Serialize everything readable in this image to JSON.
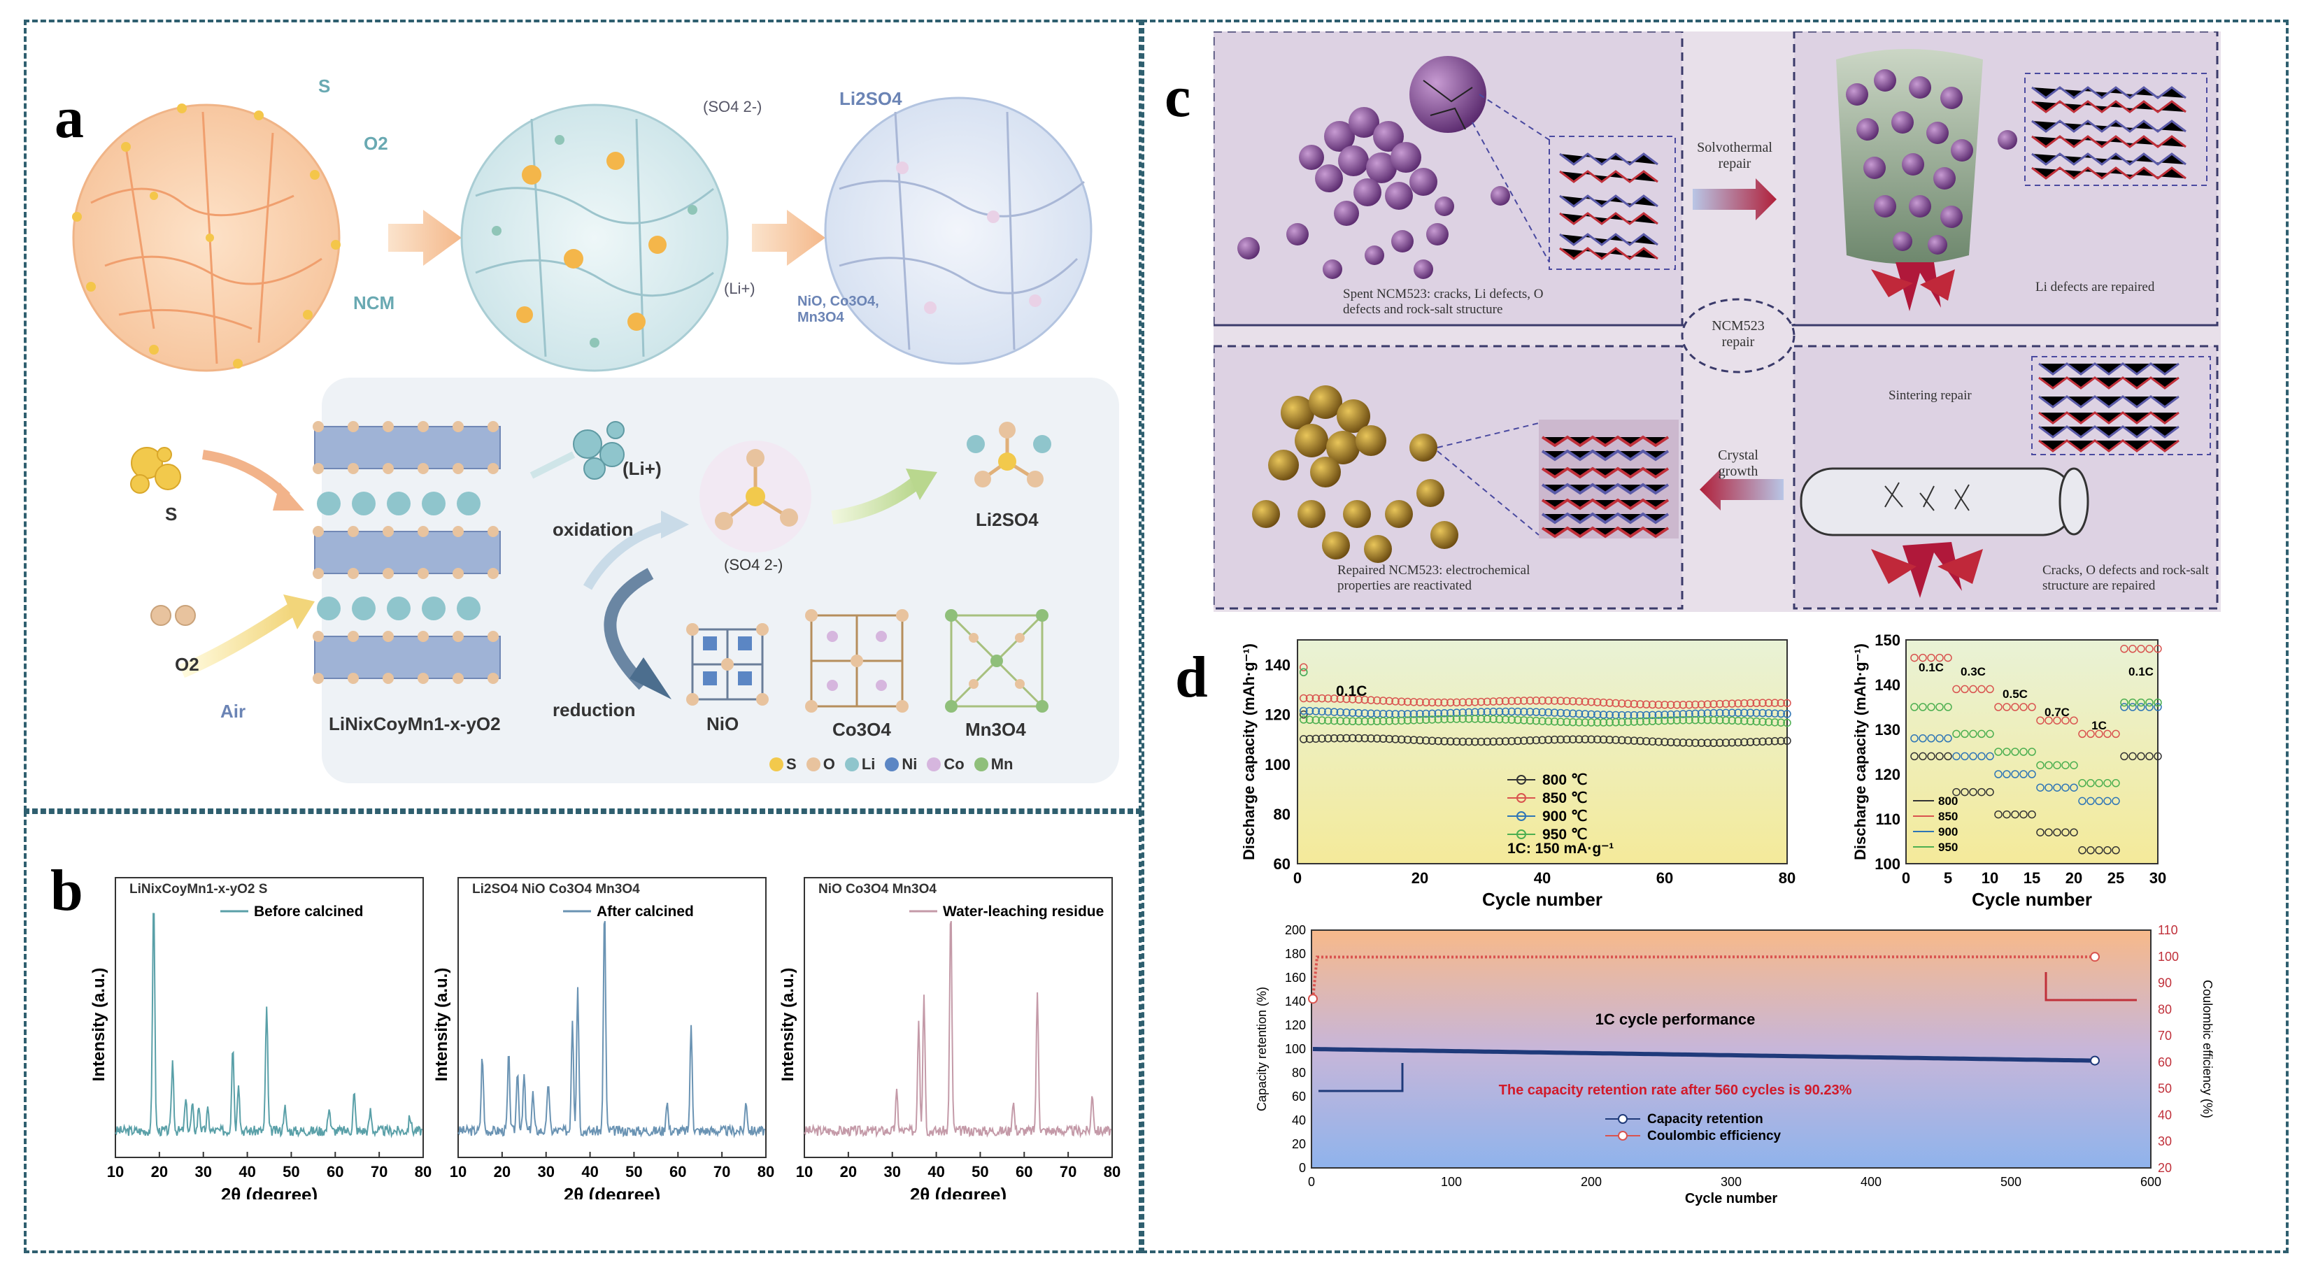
{
  "panels": {
    "a": "a",
    "b": "b",
    "c": "c",
    "d": "d"
  },
  "panel_a": {
    "top": {
      "s": "S",
      "o2": "O2",
      "ncm": "NCM",
      "so4": "(SO4 2-)",
      "li": "(Li+)",
      "li2so4": "Li2SO4",
      "oxides": "NiO, Co3O4, Mn3O4"
    },
    "bottom": {
      "s": "S",
      "o2": "O2",
      "air": "Air",
      "compound": "LiNixCoyMn1-x-yO2",
      "li": "(Li+)",
      "oxidation": "oxidation",
      "reduction": "reduction",
      "so4": "(SO4 2-)",
      "li2so4": "Li2SO4",
      "nio": "NiO",
      "co3o4": "Co3O4",
      "mn3o4": "Mn3O4"
    },
    "legend": [
      {
        "label": "S",
        "color": "#f2c94c"
      },
      {
        "label": "O",
        "color": "#e8c39e"
      },
      {
        "label": "Li",
        "color": "#8fc5cc"
      },
      {
        "label": "Ni",
        "color": "#5b86c4"
      },
      {
        "label": "Co",
        "color": "#d6b6de"
      },
      {
        "label": "Mn",
        "color": "#8fbf7a"
      }
    ]
  },
  "panel_c": {
    "solvothermal": "Solvothermal repair",
    "crystal": "Crystal growth",
    "center": "NCM523 repair",
    "spent": "Spent NCM523: cracks, Li defects, O defects and rock-salt structure",
    "li_repaired": "Li defects are repaired",
    "sintering": "Sintering repair",
    "repaired": "Repaired NCM523: electrochemical properties are reactivated",
    "cracks": "Cracks, O defects and rock-salt structure are repaired"
  },
  "panel_d": {
    "bottom_annot": {
      "title": "1C cycle performance",
      "retention_note": "The capacity retention rate after 560 cycles is 90.23%"
    }
  },
  "chart_data": [
    {
      "id": "b1",
      "type": "line",
      "xlabel": "2θ (degree)",
      "ylabel": "Intensity (a.u.)",
      "xlim": [
        10,
        80
      ],
      "xticks": [
        10,
        20,
        30,
        40,
        50,
        60,
        70,
        80
      ],
      "legend": [
        "LiNixCoyMn1-x-yO2",
        "S",
        "Before calcined"
      ],
      "series": [
        {
          "name": "Before calcined",
          "color": "#5aa0a8",
          "peaks": [
            [
              18.7,
              0.95
            ],
            [
              23,
              0.28
            ],
            [
              26,
              0.12
            ],
            [
              27.5,
              0.1
            ],
            [
              29,
              0.1
            ],
            [
              31,
              0.08
            ],
            [
              36.7,
              0.35
            ],
            [
              38,
              0.2
            ],
            [
              44.4,
              0.5
            ],
            [
              48.5,
              0.1
            ],
            [
              58.6,
              0.1
            ],
            [
              64.3,
              0.15
            ],
            [
              68,
              0.08
            ],
            [
              77,
              0.06
            ]
          ]
        }
      ]
    },
    {
      "id": "b2",
      "type": "line",
      "xlabel": "2θ (degree)",
      "ylabel": "Intensity (a.u.)",
      "xlim": [
        10,
        80
      ],
      "xticks": [
        10,
        20,
        30,
        40,
        50,
        60,
        70,
        80
      ],
      "legend": [
        "Li2SO4",
        "NiO",
        "Co3O4",
        "Mn3O4",
        "After calcined"
      ],
      "series": [
        {
          "name": "After calcined",
          "color": "#6a93b3",
          "peaks": [
            [
              15.5,
              0.3
            ],
            [
              21.5,
              0.3
            ],
            [
              23.5,
              0.25
            ],
            [
              25,
              0.22
            ],
            [
              27,
              0.15
            ],
            [
              30.5,
              0.2
            ],
            [
              36,
              0.45
            ],
            [
              37.2,
              0.58
            ],
            [
              43.3,
              0.9
            ],
            [
              57.5,
              0.12
            ],
            [
              63,
              0.42
            ],
            [
              75.5,
              0.12
            ]
          ]
        }
      ]
    },
    {
      "id": "b3",
      "type": "line",
      "xlabel": "2θ (degree)",
      "ylabel": "Intensity (a.u.)",
      "xlim": [
        10,
        80
      ],
      "xticks": [
        10,
        20,
        30,
        40,
        50,
        60,
        70,
        80
      ],
      "legend": [
        "NiO",
        "Co3O4",
        "Mn3O4",
        "Water-leaching residue"
      ],
      "series": [
        {
          "name": "Water-leaching residue",
          "color": "#c49aa8",
          "peaks": [
            [
              31,
              0.15
            ],
            [
              36,
              0.45
            ],
            [
              37.2,
              0.55
            ],
            [
              43.3,
              0.9
            ],
            [
              57.5,
              0.12
            ],
            [
              63,
              0.55
            ],
            [
              75.5,
              0.15
            ]
          ]
        }
      ]
    },
    {
      "id": "d1",
      "type": "scatter",
      "xlabel": "Cycle number",
      "ylabel": "Discharge capacity (mAh·g⁻¹)",
      "xlim": [
        0,
        80
      ],
      "ylim": [
        60,
        150
      ],
      "xticks": [
        0,
        20,
        40,
        60,
        80
      ],
      "yticks": [
        60,
        80,
        100,
        120,
        140
      ],
      "annotations": [
        "0.1C",
        "1C: 150 mA·g⁻¹"
      ],
      "series": [
        {
          "name": "800 ℃",
          "color": "#333333",
          "start": 110,
          "end": 109
        },
        {
          "name": "850 ℃",
          "color": "#d9534f",
          "start": 126,
          "end": 124
        },
        {
          "name": "900 ℃",
          "color": "#2e75b6",
          "start": 121,
          "end": 120
        },
        {
          "name": "950 ℃",
          "color": "#4caf50",
          "start": 118,
          "end": 117
        }
      ]
    },
    {
      "id": "d2",
      "type": "scatter",
      "xlabel": "Cycle number",
      "ylabel": "Discharge capacity (mAh·g⁻¹)",
      "xlim": [
        0,
        30
      ],
      "ylim": [
        100,
        150
      ],
      "xticks": [
        0,
        5,
        10,
        15,
        20,
        25,
        30
      ],
      "yticks": [
        100,
        110,
        120,
        130,
        140,
        150
      ],
      "rate_labels": [
        "0.1C",
        "0.3C",
        "0.5C",
        "0.7C",
        "1C",
        "0.1C"
      ],
      "series": [
        {
          "name": "800",
          "color": "#333333",
          "steps": [
            124,
            116,
            111,
            107,
            103,
            124
          ]
        },
        {
          "name": "850",
          "color": "#d9534f",
          "steps": [
            146,
            139,
            135,
            132,
            129,
            148
          ]
        },
        {
          "name": "900",
          "color": "#2e75b6",
          "steps": [
            128,
            124,
            120,
            117,
            114,
            135
          ]
        },
        {
          "name": "950",
          "color": "#4caf50",
          "steps": [
            135,
            129,
            125,
            122,
            118,
            136
          ]
        }
      ]
    },
    {
      "id": "d3",
      "type": "scatter",
      "title": "1C cycle performance",
      "xlabel": "Cycle number",
      "ylabel": "Capacity retention (%)",
      "y2label": "Coulombic efficiency (%)",
      "xlim": [
        0,
        600
      ],
      "ylim": [
        0,
        200
      ],
      "y2lim": [
        20,
        110
      ],
      "xticks": [
        0,
        100,
        200,
        300,
        400,
        500,
        600
      ],
      "yticks": [
        0,
        20,
        40,
        60,
        80,
        100,
        120,
        140,
        160,
        180,
        200
      ],
      "y2ticks": [
        20,
        30,
        40,
        50,
        60,
        70,
        80,
        90,
        100,
        110
      ],
      "series": [
        {
          "name": "Capacity retention",
          "color": "#1f3a7a",
          "start": 100,
          "end": 90.23
        },
        {
          "name": "Coulombic efficiency",
          "color": "#d9534f",
          "start": 99.8,
          "end": 99.9,
          "first": 84
        }
      ]
    }
  ]
}
